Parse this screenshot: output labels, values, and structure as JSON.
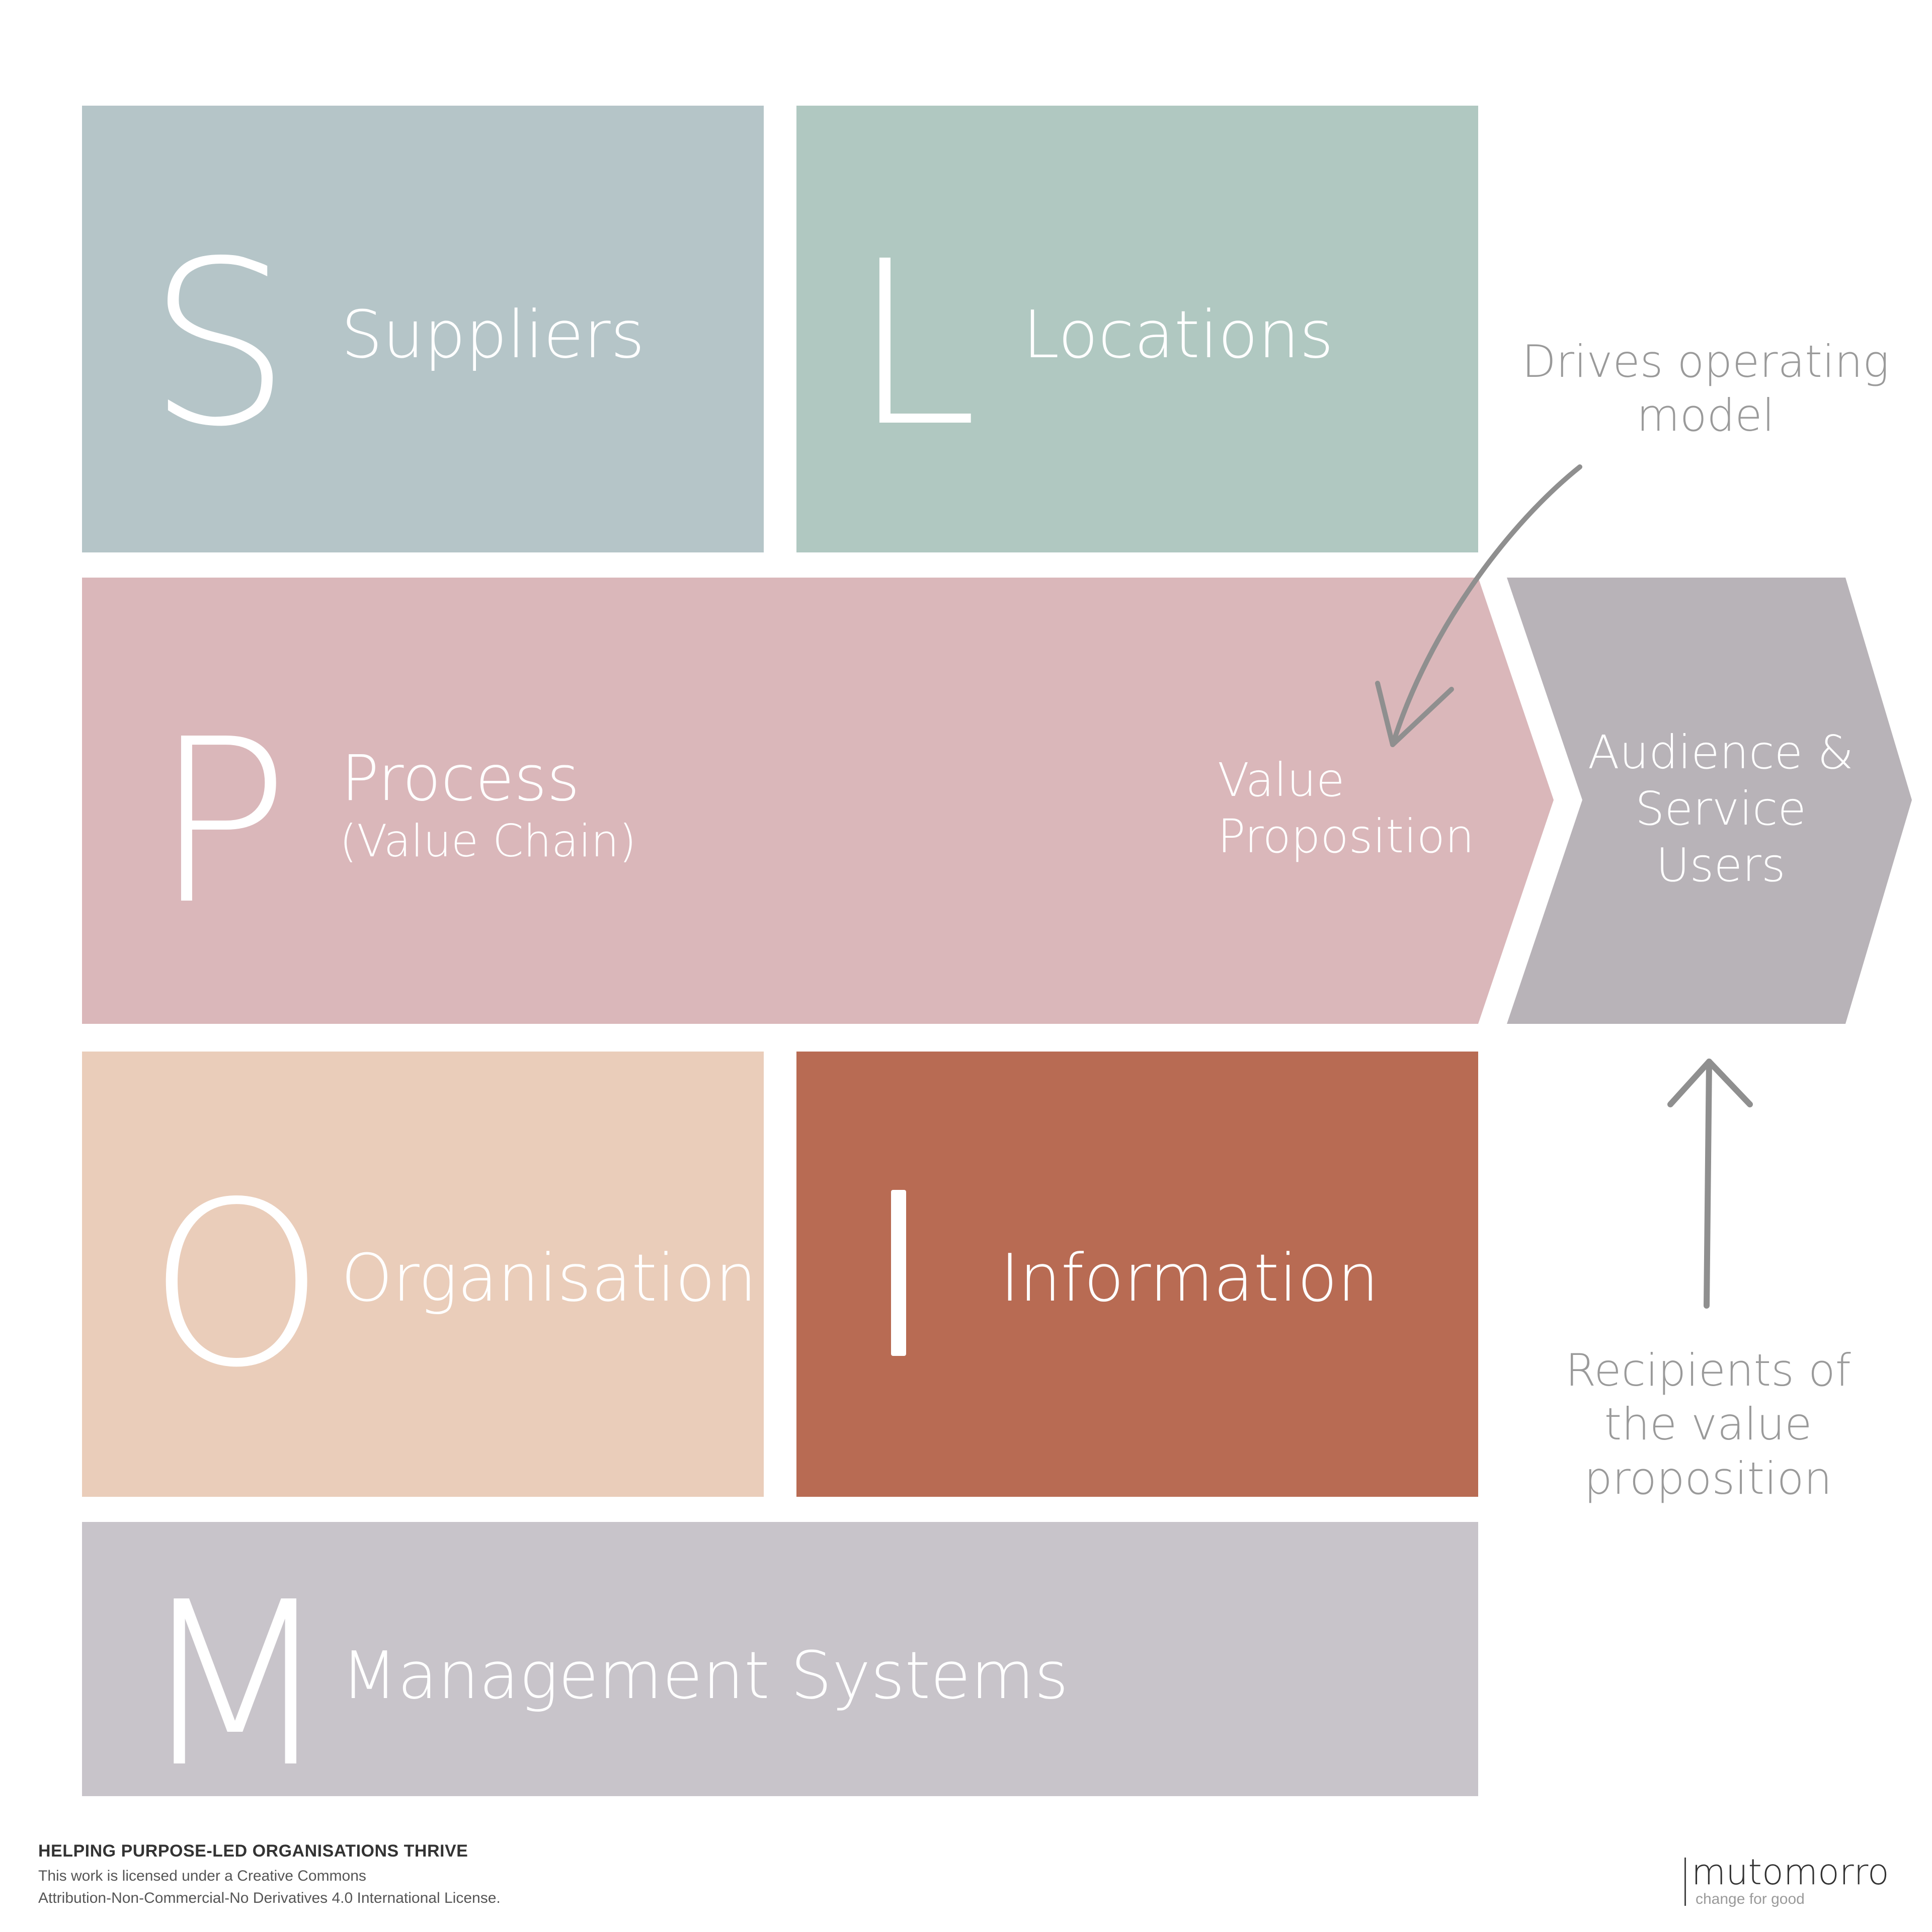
{
  "blocks": {
    "suppliers": {
      "letter": "S",
      "label": "Suppliers",
      "color": "#b5c5c8"
    },
    "locations": {
      "letter": "L",
      "label": "Locations",
      "color": "#b0c8c1"
    },
    "process": {
      "letter": "P",
      "label": "Process",
      "sublabel": "(Value Chain)",
      "inner_label": [
        "Value",
        "Proposition"
      ],
      "color": "#dab7ba"
    },
    "audience": {
      "label": [
        "Audience &",
        "Service",
        "Users"
      ],
      "color": "#b8b3b8"
    },
    "organisation": {
      "letter": "O",
      "label": "Organisation",
      "color": "#eacdba"
    },
    "information": {
      "letter": "I",
      "label": "Information",
      "color": "#b86b53"
    },
    "management": {
      "letter": "M",
      "label": "Management Systems",
      "color": "#c8c4ca"
    }
  },
  "annotations": {
    "drives": [
      "Drives operating",
      "model"
    ],
    "recipients": [
      "Recipients of",
      "the value",
      "proposition"
    ],
    "arrow_color": "#8f8f8f"
  },
  "footer": {
    "title": "HELPING PURPOSE-LED ORGANISATIONS THRIVE",
    "license_line1": "This work is licensed under a Creative Commons",
    "license_line2": "Attribution-Non-Commercial-No Derivatives 4.0 International License."
  },
  "logo": {
    "name": "mutomorro",
    "tagline": "change for good"
  }
}
